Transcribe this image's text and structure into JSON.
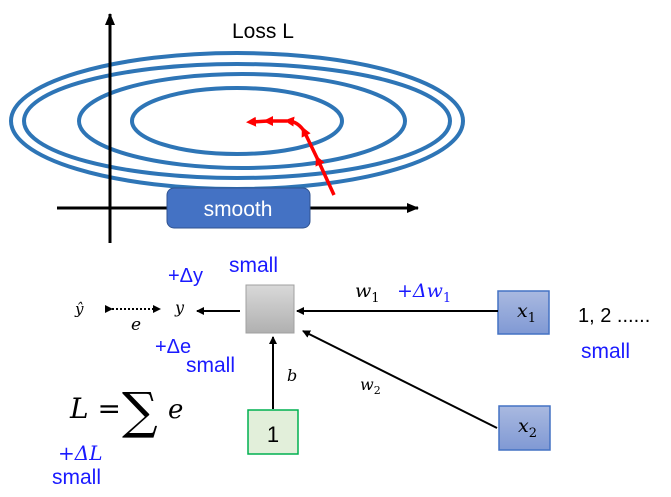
{
  "loss_plot": {
    "title": "Loss L",
    "smooth_label": "smooth",
    "contour_color": "#2e75b6",
    "path_color": "#ff0000",
    "box_color": "#4472c4"
  },
  "network": {
    "y_hat": "ŷ",
    "y": "y",
    "e": "e",
    "b": "b",
    "w1": "w",
    "w1_sub": "1",
    "w2": "w",
    "w2_sub": "2",
    "delta_w1": "+Δw",
    "delta_w1_sub": "1",
    "x1": "x",
    "x1_sub": "1",
    "x2": "x",
    "x2_sub": "2",
    "bias_input": "1",
    "delta_y": "+Δy",
    "delta_e": "+Δe",
    "small_top": "small",
    "small_e": "small",
    "small_x": "small",
    "small_L": "small",
    "sequence": "1, 2 ......",
    "loss_formula_L": "L = ",
    "loss_formula_sum": "∑",
    "loss_formula_e": "e",
    "delta_L": "+ΔL"
  }
}
